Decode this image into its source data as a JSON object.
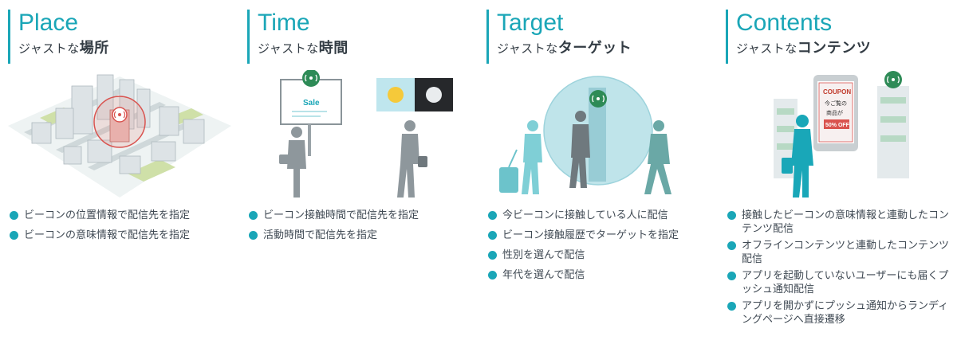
{
  "colors": {
    "accent": "#1aa6b7",
    "beacon": "#2e8b57",
    "text": "#404a54"
  },
  "columns": [
    {
      "en": "Place",
      "ja_prefix": "ジャストな",
      "ja_main": "場所",
      "bullets": [
        "ビーコンの位置情報で配信先を指定",
        "ビーコンの意味情報で配信先を指定"
      ]
    },
    {
      "en": "Time",
      "ja_prefix": "ジャストな",
      "ja_main": "時間",
      "sign_text": "Sale",
      "bullets": [
        "ビーコン接触時間で配信先を指定",
        "活動時間で配信先を指定"
      ]
    },
    {
      "en": "Target",
      "ja_prefix": "ジャストな",
      "ja_main": "ターゲット",
      "bullets": [
        "今ビーコンに接触している人に配信",
        "ビーコン接触履歴でターゲットを指定",
        "性別を選んで配信",
        "年代を選んで配信"
      ]
    },
    {
      "en": "Contents",
      "ja_prefix": "ジャストな",
      "ja_main": "コンテンツ",
      "coupon": {
        "title": "COUPON",
        "line1": "今ご覧の",
        "line2": "商品が",
        "discount": "50% OFF"
      },
      "bullets": [
        "接触したビーコンの意味情報と連動したコンテンツ配信",
        "オフラインコンテンツと連動したコンテンツ配信",
        "アプリを起動していないユーザーにも届くプッシュ通知配信",
        "アプリを開かずにプッシュ通知からランディングページへ直接遷移"
      ]
    }
  ],
  "icons": [
    "beacon-icon",
    "city-icon",
    "billboard-icon",
    "sun-icon",
    "moon-icon",
    "person-icon",
    "smartphone-icon"
  ]
}
